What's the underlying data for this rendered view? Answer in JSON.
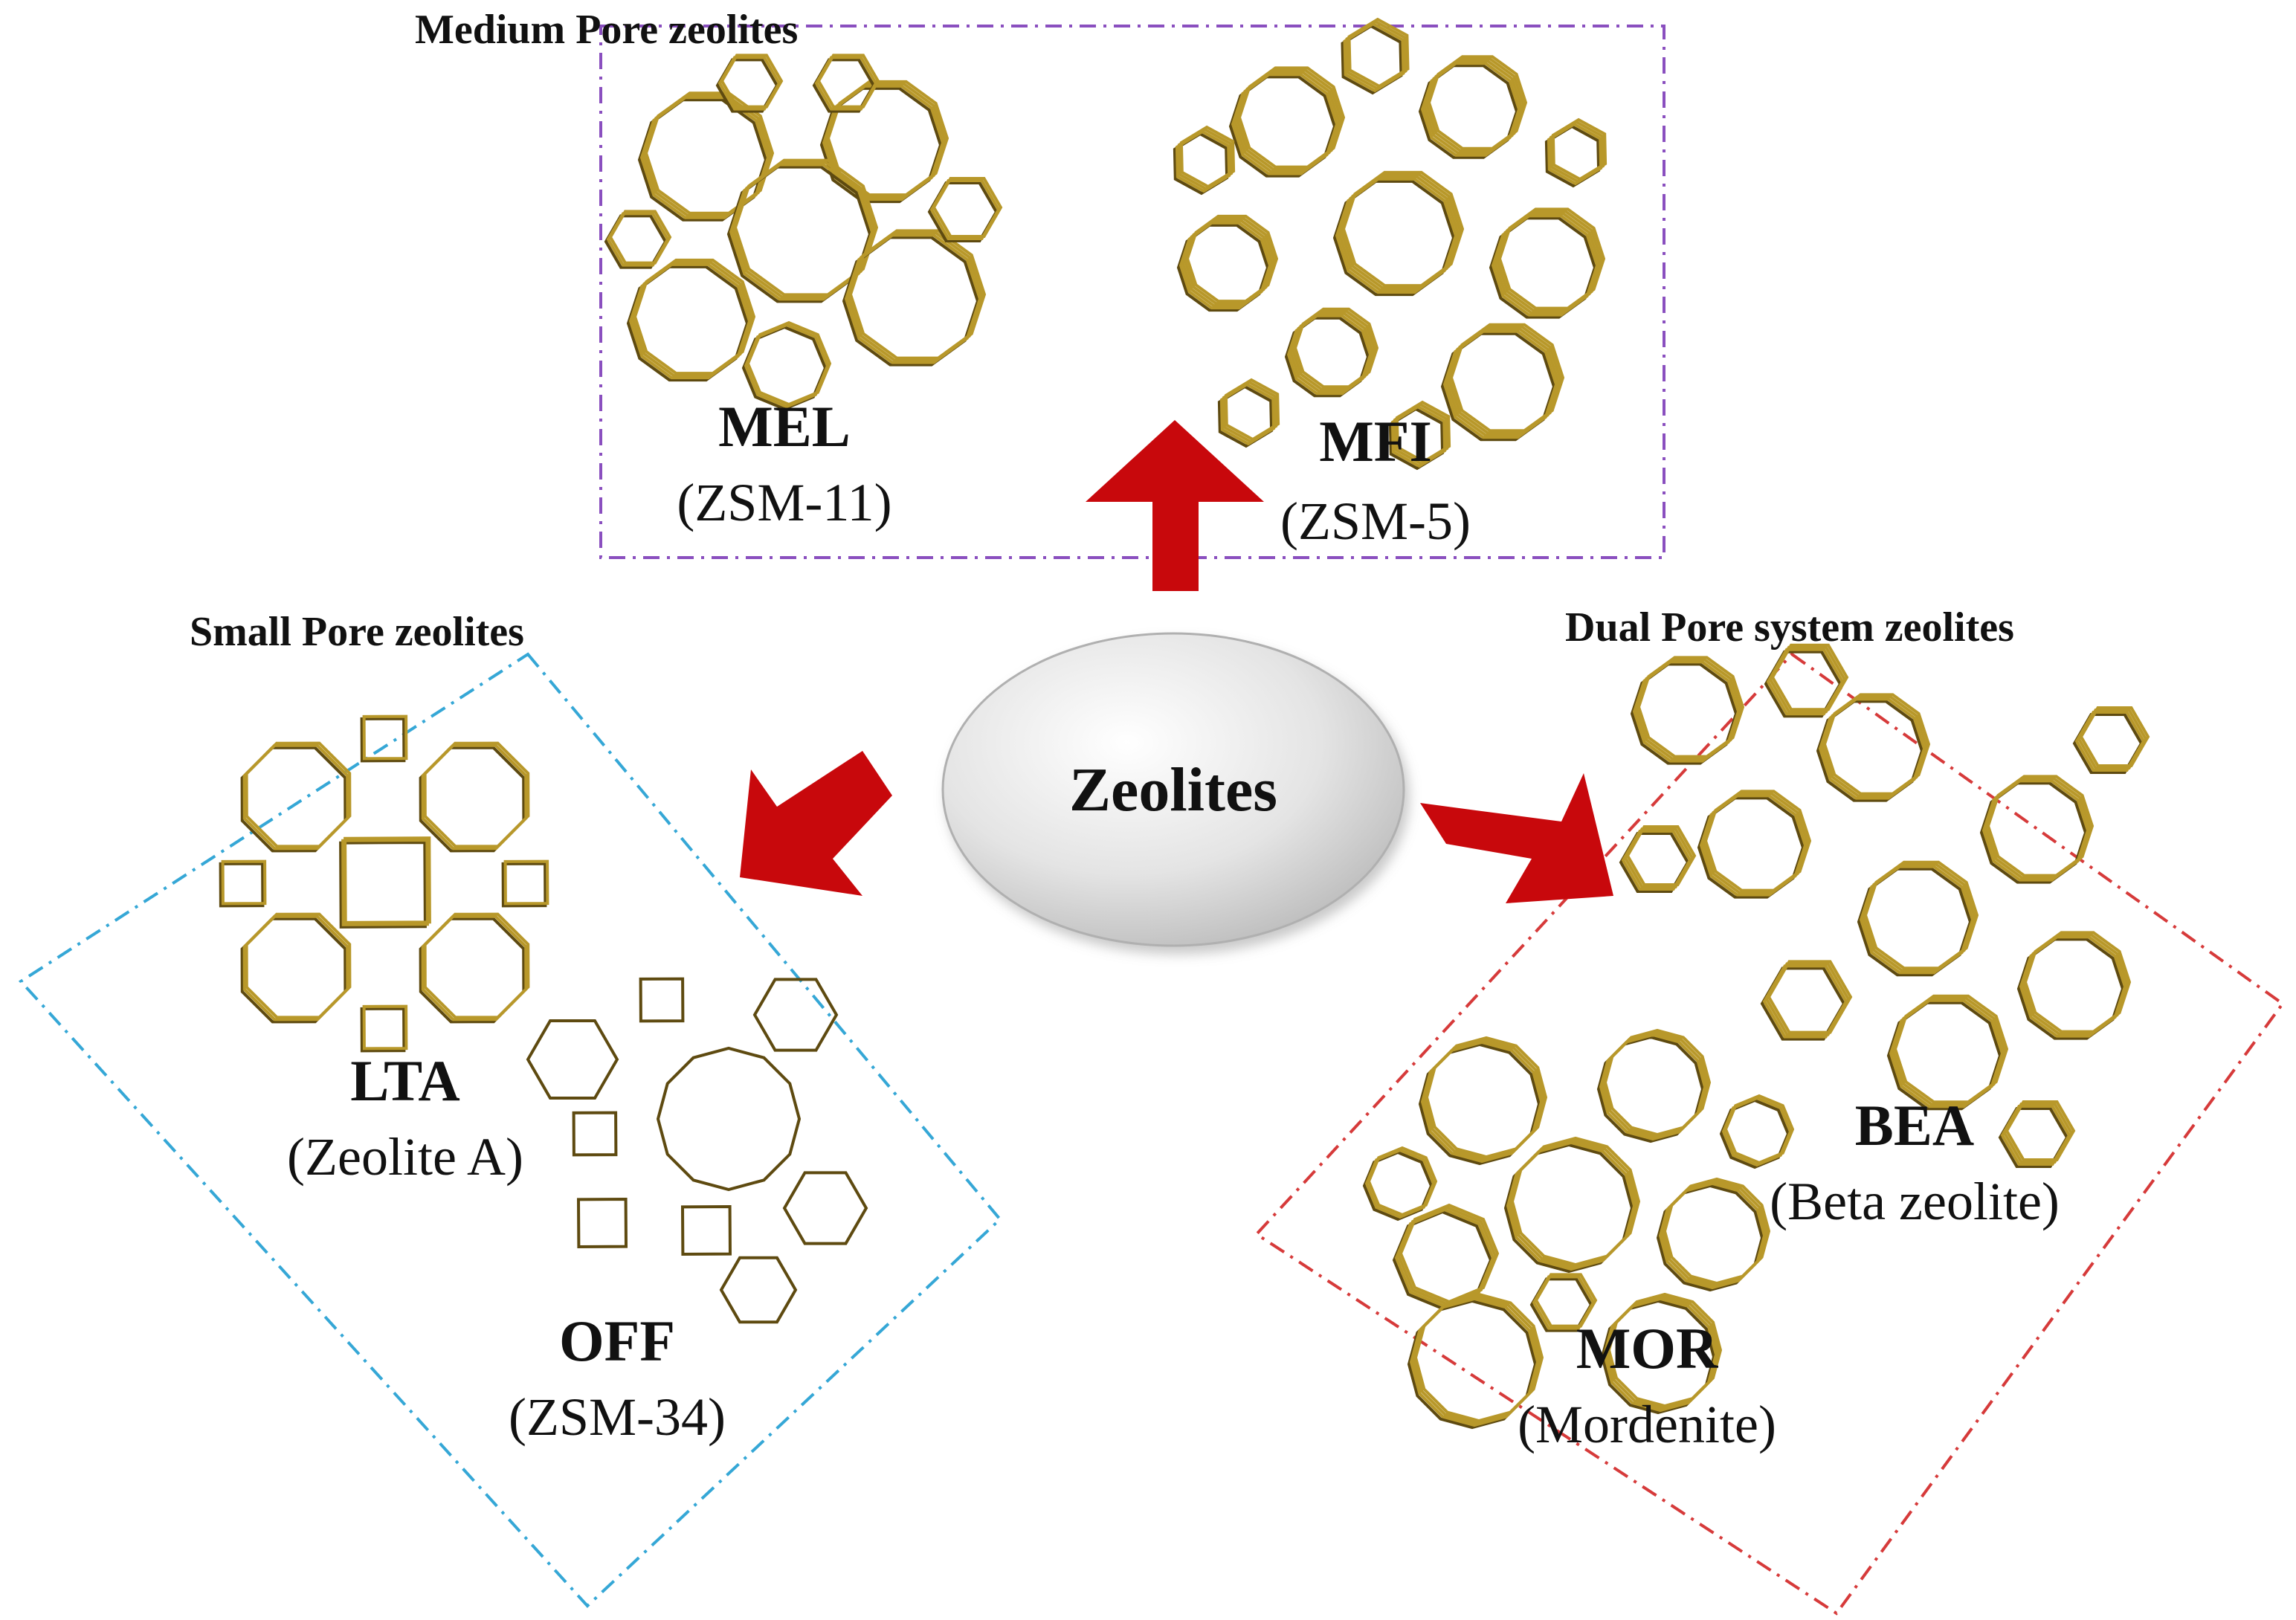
{
  "center": {
    "label": "Zeolites"
  },
  "groups": {
    "medium": {
      "title": "Medium Pore zeolites",
      "border_color": "#8a4fbf",
      "items": [
        {
          "code": "MEL",
          "name": "(ZSM-11)"
        },
        {
          "code": "MFI",
          "name": "(ZSM-5)"
        }
      ]
    },
    "small": {
      "title": "Small Pore zeolites",
      "border_color": "#35a7d6",
      "items": [
        {
          "code": "LTA",
          "name": "(Zeolite A)"
        },
        {
          "code": "OFF",
          "name": "(ZSM-34)"
        }
      ]
    },
    "dual": {
      "title": "Dual Pore system zeolites",
      "border_color": "#d63a3a",
      "items": [
        {
          "code": "BEA",
          "name": "(Beta zeolite)"
        },
        {
          "code": "MOR",
          "name": "(Mordenite)"
        }
      ]
    }
  },
  "colors": {
    "arrow": "#c8080c",
    "framework": "#b8982a",
    "framework_dark": "#5e4a10",
    "ellipse_light": "#f4f4f4",
    "ellipse_dark": "#c9c9c9"
  },
  "icons": [
    "zeolite-framework-icon",
    "arrow-icon"
  ]
}
